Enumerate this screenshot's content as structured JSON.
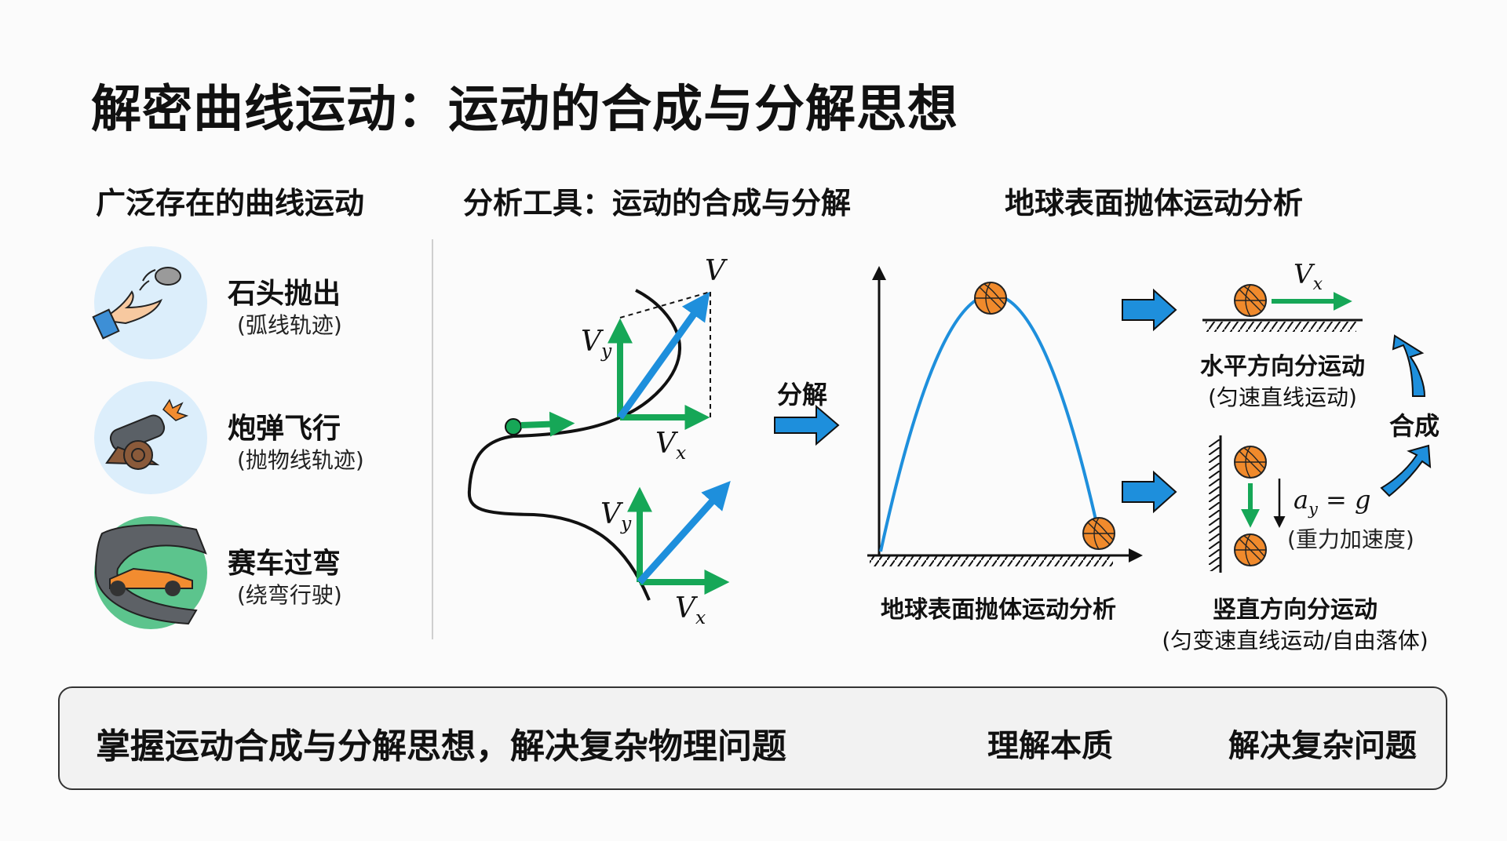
{
  "title": "解密曲线运动：运动的合成与分解思想",
  "columns": {
    "left": "广泛存在的曲线运动",
    "middle": "分析工具：运动的合成与分解",
    "right": "地球表面抛体运动分析"
  },
  "examples": [
    {
      "label": "石头抛出",
      "sub": "(弧线轨迹)",
      "icon": "hand-throwing-stone-icon"
    },
    {
      "label": "炮弹飞行",
      "sub": "(抛物线轨迹)",
      "icon": "cannon-icon"
    },
    {
      "label": "赛车过弯",
      "sub": "(绕弯行驶)",
      "icon": "race-car-icon"
    }
  ],
  "decomposition": {
    "v": "V",
    "vy": "V",
    "vy_sub": "y",
    "vx": "V",
    "vx_sub": "x",
    "arrow_label": "分解"
  },
  "projectile": {
    "caption": "地球表面抛体运动分析"
  },
  "horizontal": {
    "vx": "V",
    "vx_sub": "x",
    "title": "水平方向分运动",
    "sub": "(匀速直线运动)"
  },
  "vertical": {
    "a": "a",
    "a_sub": "y",
    "eq": " = g",
    "accel_note": "(重力加速度)",
    "title": "竖直方向分运动",
    "sub": "(匀变速直线运动/自由落体)"
  },
  "compose_label": "合成",
  "summary": {
    "text": "掌握运动合成与分解思想，解决复杂物理问题",
    "badges": [
      {
        "label": "理解本质",
        "icon": "lightbulb-icon",
        "color": "#1e8fdc"
      },
      {
        "label": "解决复杂问题",
        "icon": "gears-icon",
        "color": "#f28c30"
      }
    ]
  },
  "colors": {
    "blue": "#1e8fdc",
    "green": "#16a757",
    "orange": "#f28c30",
    "ball": "#f08a2c"
  }
}
